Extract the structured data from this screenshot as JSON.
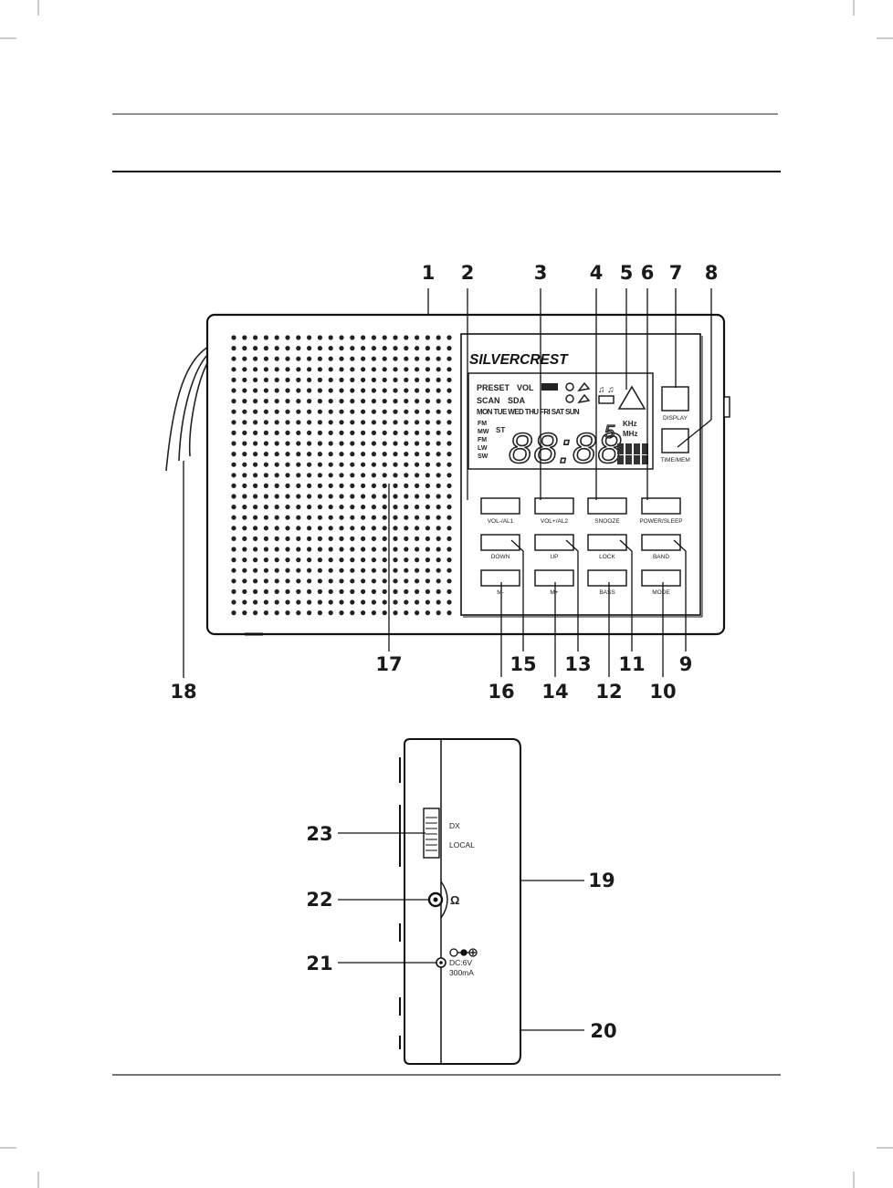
{
  "brand": "SILVERCREST",
  "lcd": {
    "row1": [
      "PRESET",
      "VOL"
    ],
    "row2": [
      "SCAN",
      "SDA"
    ],
    "days": "MON TUE WED THU FRI SAT SUN",
    "bands": [
      "FM",
      "MW",
      "FM",
      "LW",
      "SW"
    ],
    "stereo": "ST",
    "digits": "88:88",
    "extra_digit": "5",
    "units": [
      "KHz",
      "MHz"
    ]
  },
  "front_buttons": {
    "display": "DISPLAY",
    "time_mem": "TIME/MEM",
    "row1": [
      "VOL-/AL1",
      "VOL+/AL2",
      "SNOOZE",
      "POWER/SLEEP"
    ],
    "row2": [
      "DOWN",
      "UP",
      "LOCK",
      "BAND"
    ],
    "row3": [
      "M-",
      "M+",
      "BASS",
      "MODE"
    ]
  },
  "callouts_top": [
    "1",
    "2",
    "3",
    "4",
    "5",
    "6",
    "7",
    "8"
  ],
  "callouts_bottom_row1": [
    "17",
    "15",
    "13",
    "11",
    "9"
  ],
  "callouts_bottom_row2": [
    "18",
    "16",
    "14",
    "12",
    "10"
  ],
  "side_view": {
    "switch_labels": [
      "DX",
      "LOCAL"
    ],
    "headphone_symbol": "Ω",
    "power_spec": [
      "DC:6V",
      "300mA"
    ],
    "callouts_left": [
      "23",
      "22",
      "21"
    ],
    "callouts_right": [
      "19",
      "20"
    ]
  }
}
